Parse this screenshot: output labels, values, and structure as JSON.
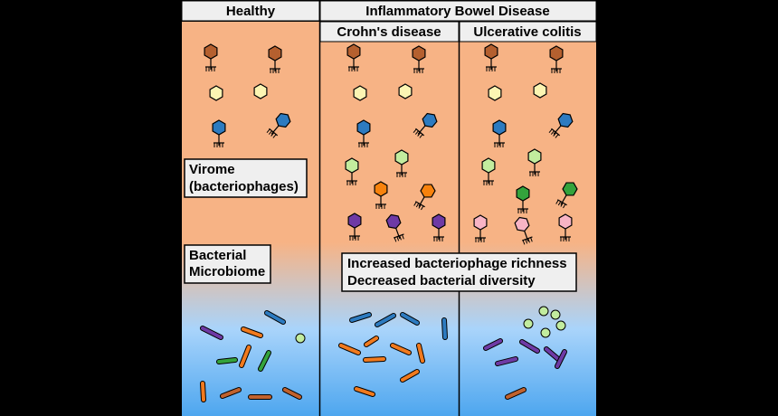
{
  "headers": {
    "healthy": "Healthy",
    "ibd": "Inflammatory Bowel Disease",
    "crohns": "Crohn's disease",
    "uc": "Ulcerative colitis"
  },
  "labels": {
    "virome_line1": "Virome",
    "virome_line2": "(bacteriophages)",
    "bacterial_line1": "Bacterial",
    "bacterial_line2": "Microbiome",
    "finding_line1": "Increased bacteriophage richness",
    "finding_line2": "Decreased bacterial diversity"
  },
  "colors": {
    "virome_bg": "#f7b385",
    "microbiome_bg": "#4da6ef",
    "header_bg": "#efefef",
    "phage_brown": "#b5602f",
    "phage_yellow": "#fcf5b3",
    "phage_blue": "#2d7bc0",
    "phage_lightgreen": "#c2ec9e",
    "phage_orange": "#f7820d",
    "phage_purple": "#6e3aa5",
    "phage_green": "#34a33c",
    "phage_pink": "#f8b4c5",
    "rod_purple": "#6e3aa5",
    "rod_orange": "#f17a1e",
    "rod_green": "#34a33c",
    "rod_blue": "#2d7bc0",
    "rod_brown": "#c0622e",
    "coccus_lightgreen": "#c2ec9e"
  }
}
